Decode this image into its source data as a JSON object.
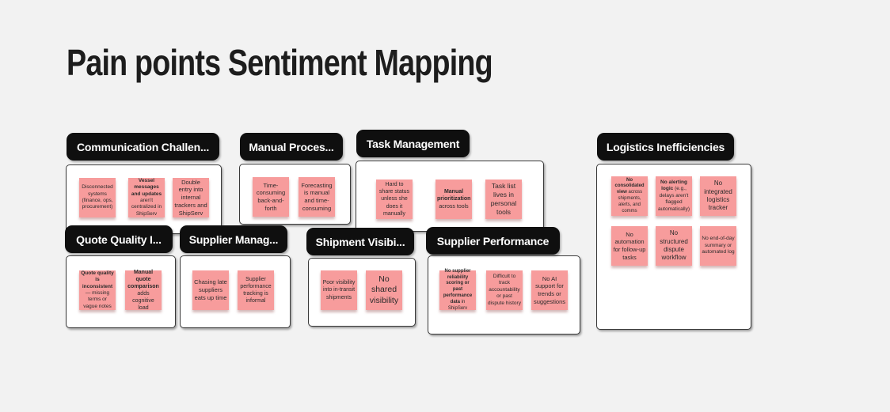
{
  "title": "Pain points Sentiment Mapping",
  "colors": {
    "canvas_bg": "#f2f2f2",
    "header_bg": "#0f0f0f",
    "header_text": "#ffffff",
    "sticky": "#f79c9c",
    "sticky_text": "#2b2b2b",
    "container_bg": "#ffffff",
    "container_border": "#3a3a3a"
  },
  "groups": [
    {
      "id": "communication-challenges",
      "label": "Communication Challen...",
      "notes": [
        {
          "text": "Disconnected systems (finance, ops, procurement)"
        },
        {
          "bold": "Vessel messages and updates",
          "text": " aren't centralized in ShipServ"
        },
        {
          "text": "Double entry into internal trackers and ShipServ"
        }
      ]
    },
    {
      "id": "manual-processes",
      "label": "Manual Proces...",
      "notes": [
        {
          "text": "Time-consuming back-and-forth"
        },
        {
          "text": "Forecasting is manual and time-consuming"
        }
      ]
    },
    {
      "id": "task-management",
      "label": "Task Management",
      "notes": [
        {
          "text": "Hard to share status unless she does it manually"
        },
        {
          "bold": "Manual prioritization",
          "text": " across tools"
        },
        {
          "text": "Task list lives in personal tools"
        }
      ]
    },
    {
      "id": "logistics-inefficiencies",
      "label": "Logistics Inefficiencies",
      "notes": [
        {
          "bold": "No consolidated view",
          "text": " across shipments, alerts, and comms"
        },
        {
          "bold": "No alerting logic",
          "text": " (e.g., delays aren't flagged automatically)"
        },
        {
          "text": "No integrated logistics tracker"
        },
        {
          "text": "No automation for follow-up tasks"
        },
        {
          "text": "No structured dispute workflow"
        },
        {
          "text": "No end-of-day summary or automated log"
        }
      ]
    },
    {
      "id": "quote-quality",
      "label": "Quote Quality I...",
      "notes": [
        {
          "bold": "Quote quality is inconsistent",
          "text": " — missing terms or vague notes"
        },
        {
          "bold": "Manual quote comparison",
          "text": " adds cognitive load"
        }
      ]
    },
    {
      "id": "supplier-management",
      "label": "Supplier Manag...",
      "notes": [
        {
          "text": "Chasing late suppliers eats up time"
        },
        {
          "text": "Supplier performance tracking is informal"
        }
      ]
    },
    {
      "id": "shipment-visibility",
      "label": "Shipment Visibi...",
      "notes": [
        {
          "text": "Poor visibility into in-transit shipments"
        },
        {
          "text": "No shared visibility"
        }
      ]
    },
    {
      "id": "supplier-performance",
      "label": "Supplier Performance",
      "notes": [
        {
          "bold": "No supplier reliability scoring or past performance data",
          "text": " in ShipServ"
        },
        {
          "text": "Difficult to track accountability or past dispute history"
        },
        {
          "text": "No AI support for trends or suggestions"
        }
      ]
    }
  ]
}
